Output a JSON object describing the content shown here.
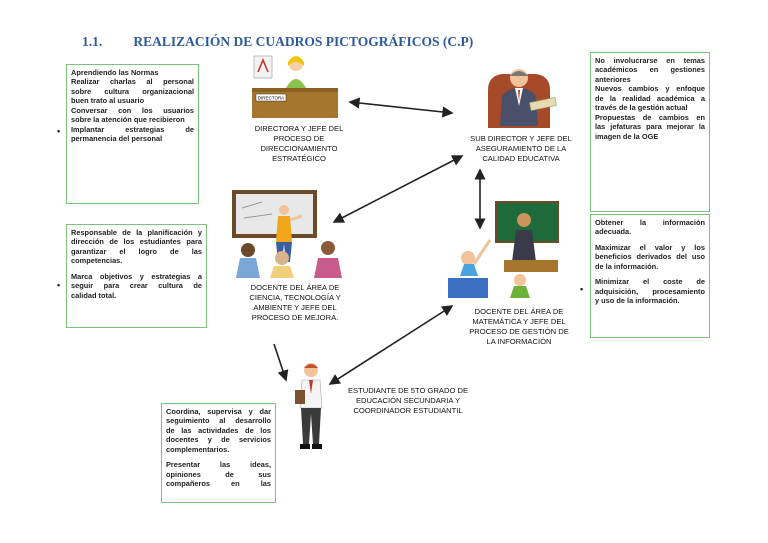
{
  "heading": {
    "number": "1.1.",
    "title": "REALIZACIÓN DE CUADROS PICTOGRÁFICOS (C.P)"
  },
  "boxes": {
    "director": [
      "Aprendiendo las Normas",
      "Realizar charlas al personal",
      "sobre cultura organizacional",
      "buen trato al usuario",
      "Conversar con los usuarios",
      "sobre la atención que recibieron",
      "Implantar estrategias de",
      "permanencia del personal"
    ],
    "ciencia": [
      "Responsable de la planificación y",
      "dirección de los estudiantes para",
      "garantizar el logro de las",
      "competencias.",
      "Marca objetivos y estrategias a",
      "seguir para crear cultura de",
      "calidad total."
    ],
    "estudiante": [
      "Coordina, supervisa y dar",
      "seguimiento al desarrollo",
      "de las actividades de los",
      "docentes y de servicios",
      "complementarios.",
      "Presentar las ideas,",
      "opiniones de sus",
      "compañeros en las"
    ],
    "subdirector": [
      "No involucrarse en temas",
      "académicos en gestiones",
      "anteriores",
      "Nuevos cambios y enfoque",
      "de la realidad académica a",
      "través de la gestión actual",
      "Propuestas de cambios en",
      "las jefaturas para mejorar la",
      "imagen de la OGE"
    ],
    "matematica": [
      "Obtener la información",
      "adecuada.",
      "Maximizar el valor y los",
      "beneficios derivados del uso",
      "de la información.",
      "Minimizar el coste de",
      "adquisición, procesamiento",
      "y uso de la información."
    ]
  },
  "roles": {
    "directora": [
      "DIRECTORA Y JEFE DEL",
      "PROCESO DE",
      "DIRECCIONAMIENTO",
      "ESTRATÉGICO"
    ],
    "subdirector": [
      "SUB DIRECTOR Y JEFE DEL",
      "ASEGURAMIENTO DE LA",
      "CALIDAD EDUCATIVA"
    ],
    "ciencia": [
      "DOCENTE DEL ÁREA DE",
      "CIENCIA, TECNOLOGÍA Y",
      "AMBIENTE Y JEFE DEL",
      "PROCESO DE MEJORA."
    ],
    "matematica": [
      "DOCENTE DEL ÁREA DE",
      "MATEMÁTICA Y JEFE DEL",
      "PROCESO DE GESTIÓN DE",
      "LA INFORMACIÓN"
    ],
    "estudiante": [
      "ESTUDIANTE DE 5TO GRADO DE",
      "EDUCACIÓN SECUNDARIA Y",
      "COORDINADOR ESTUDIANTIL"
    ]
  },
  "desk_sign": "DIRECTORA",
  "bullet_glyph": "•",
  "colors": {
    "heading": "#2e5a9a",
    "box_border": "#7cc37c",
    "arrow": "#222222"
  },
  "icons": [
    "directora-illustration",
    "subdirector-illustration",
    "teacher-classroom-illustration",
    "math-classroom-illustration",
    "student-illustration"
  ]
}
